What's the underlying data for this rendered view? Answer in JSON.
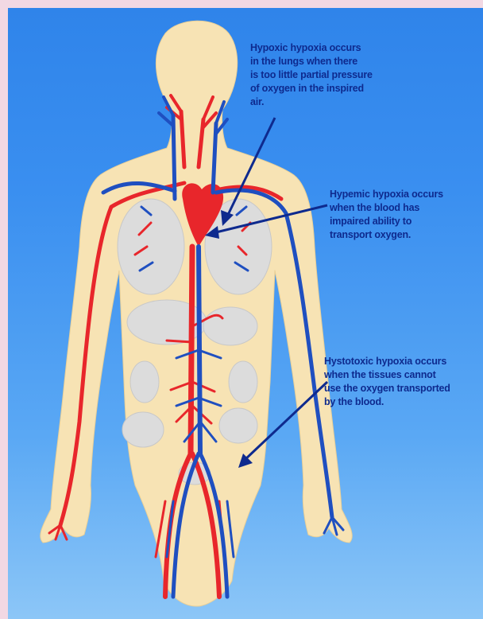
{
  "annotations": {
    "hypoxic": "Hypoxic hypoxia occurs\nin the lungs when there\nis too little partial pressure\nof oxygen in the inspired\nair.",
    "hypemic": "Hypemic hypoxia occurs\nwhen the blood has\nimpaired ability to\ntransport oxygen.",
    "histotoxic": "Hystotoxic hypoxia occurs\nwhen the tissues cannot\nuse the oxygen transported\nby the blood."
  },
  "colors": {
    "arteries": "#e8262b",
    "veins": "#1f4fc0",
    "skin": "#f7e3b4",
    "organs": "#dcdcdc",
    "annotation_text": "#0e2a8e",
    "background": "#3a8ff0"
  }
}
